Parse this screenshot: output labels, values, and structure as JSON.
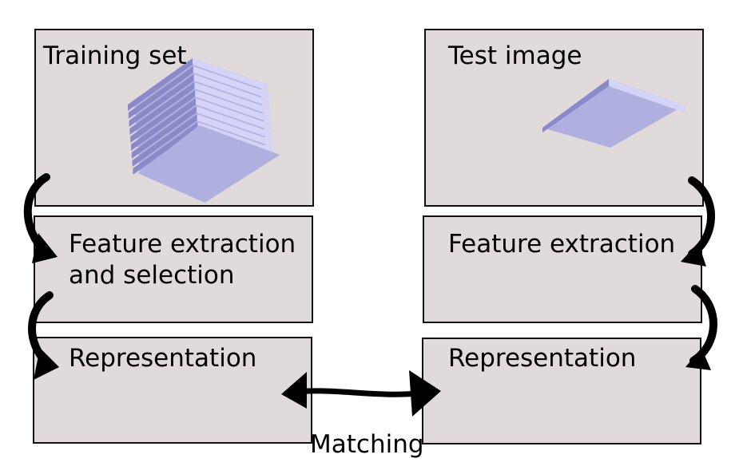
{
  "left": {
    "training_set": "Training set",
    "feature_line1": "Feature extraction",
    "feature_line2": "and selection",
    "representation": "Representation"
  },
  "right": {
    "test_image": "Test image",
    "feature": "Feature extraction",
    "representation": "Representation"
  },
  "matching": "Matching",
  "colors": {
    "box_fill": "#e0dada",
    "plate_top": "#b0b0e0",
    "plate_light": "#d4d4f8",
    "plate_dark": "#8a8ac8"
  },
  "icons": {
    "training_stack": "image-stack-icon",
    "test_plate": "image-plate-icon"
  }
}
